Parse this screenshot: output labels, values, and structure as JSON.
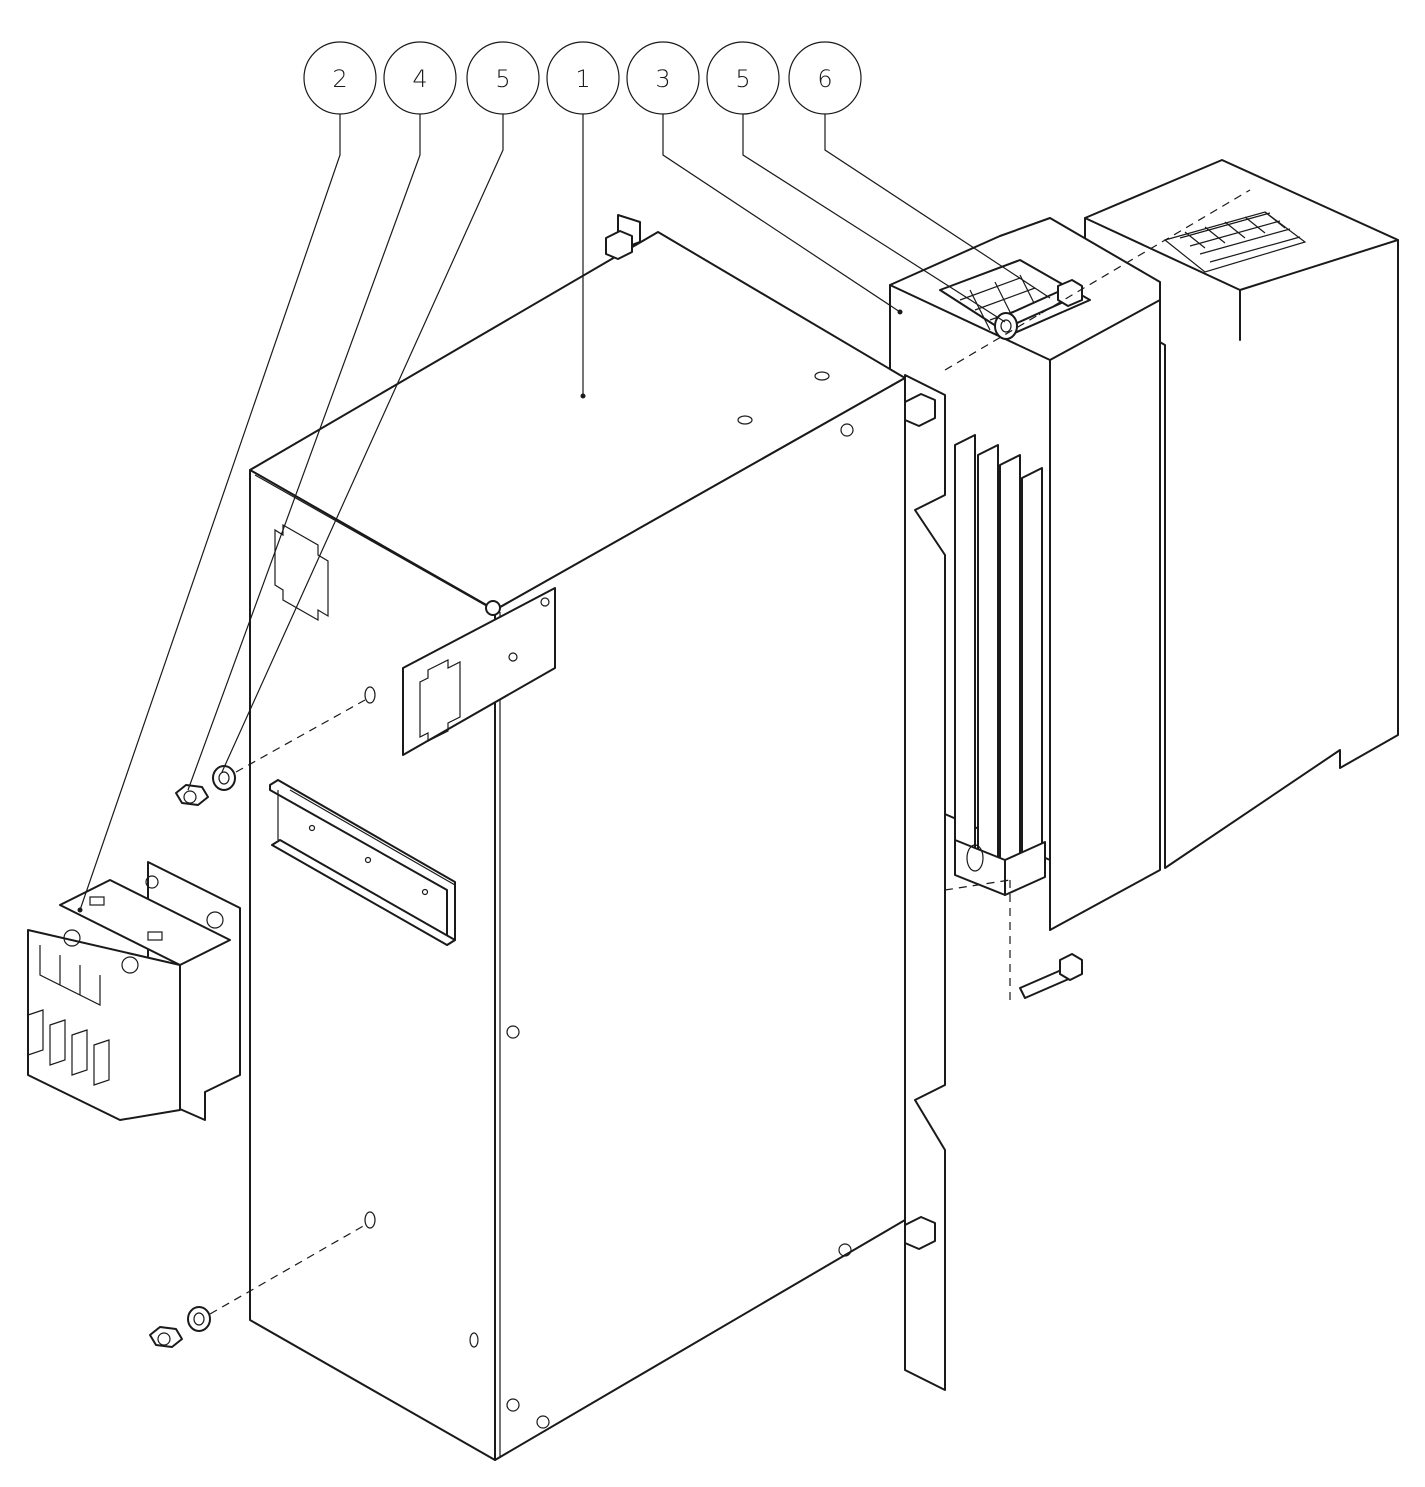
{
  "callouts": [
    {
      "label": "2",
      "part": "contactor"
    },
    {
      "label": "4",
      "part": "nut"
    },
    {
      "label": "5",
      "part": "washer"
    },
    {
      "label": "1",
      "part": "enclosure"
    },
    {
      "label": "3",
      "part": "heatsink-relay"
    },
    {
      "label": "5",
      "part": "washer"
    },
    {
      "label": "6",
      "part": "bolt"
    }
  ],
  "colors": {
    "line": "#1a1a1a",
    "background": "#ffffff"
  }
}
